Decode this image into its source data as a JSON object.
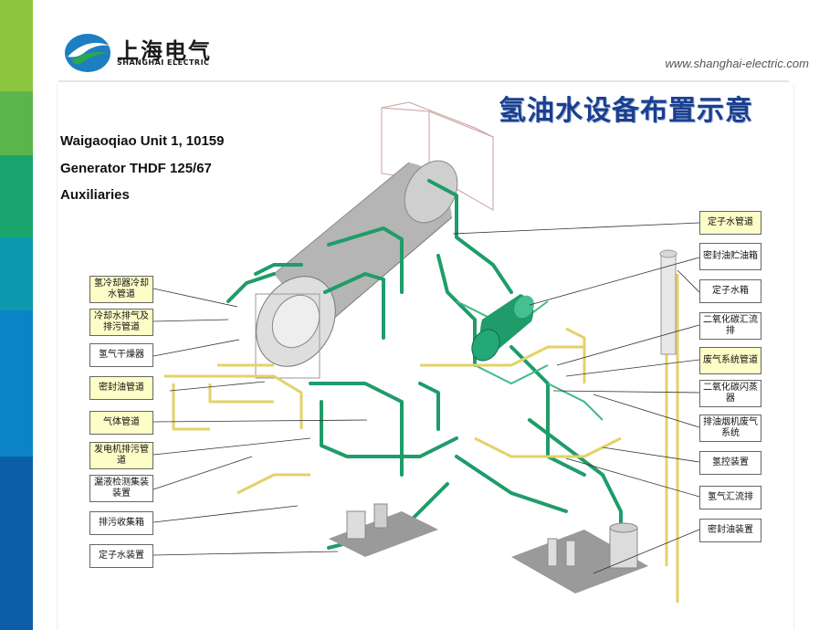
{
  "header": {
    "logo_cn": "上海电气",
    "logo_en": "SHANGHAI ELECTRIC",
    "url": "www.shanghai-electric.com"
  },
  "sidebar_colors": [
    "#8dc63f",
    "#5bb54a",
    "#1aa56e",
    "#0d9ab0",
    "#0a84c6",
    "#0b5fa8"
  ],
  "diagram": {
    "title": "氢油水设备布置示意",
    "info_line1": "Waigaoqiao Unit 1, 10159",
    "info_line2": "Generator THDF 125/67",
    "info_line3": "Auxiliaries",
    "left_labels": [
      "氢冷却器冷却水管道",
      "冷却水排气及排污管道",
      "氢气干燥器",
      "密封油管道",
      "气体管道",
      "发电机排污管道",
      "漏液检测集装装置",
      "排污收集箱",
      "定子水装置"
    ],
    "right_labels": [
      "定子水管道",
      "密封油贮油箱",
      "定子水箱",
      "二氧化碳汇流排",
      "废气系统管道",
      "二氧化碳闪蒸器",
      "排油烟机废气系统",
      "氢控装置",
      "氢气汇流排",
      "密封油装置"
    ]
  }
}
